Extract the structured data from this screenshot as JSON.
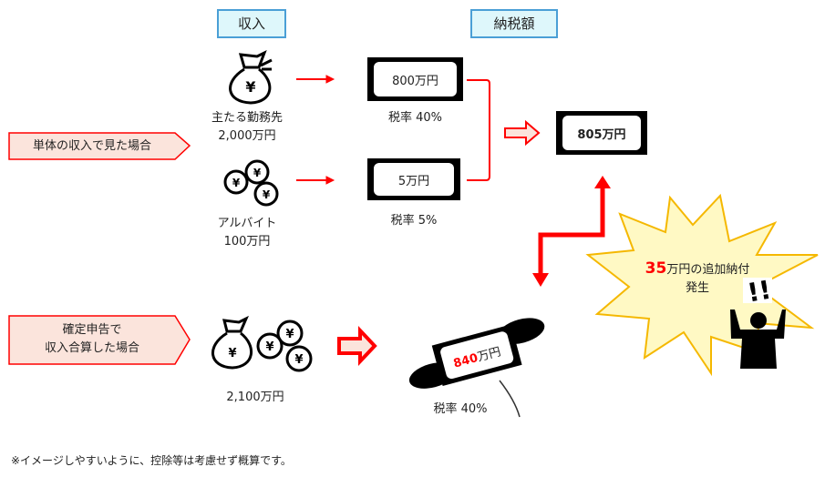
{
  "headers": {
    "income": "収入",
    "tax": "納税額"
  },
  "separate": {
    "label": "単体の収入で見た場合",
    "main_job": {
      "name": "主たる勤務先",
      "amount": "2,000万円",
      "tax": "800万円",
      "rate": "税率 40%"
    },
    "side_job": {
      "name": "アルバイト",
      "amount": "100万円",
      "tax": "5万円",
      "rate": "税率 5%"
    },
    "total_tax": "805万円"
  },
  "combined": {
    "label_line1": "確定申告で",
    "label_line2": "収入合算した場合",
    "amount": "2,100万円",
    "tax_value": "840",
    "tax_unit": "万円",
    "rate": "税率 40%"
  },
  "burst": {
    "value": "35",
    "text1": "万円の追加納付",
    "text2": "発生"
  },
  "footnote": "※イメージしやすいように、控除等は考慮せず概算です。",
  "colors": {
    "accent": "#ff0000",
    "header_bg": "#def7fb",
    "header_border": "#4a9fd6",
    "label_bg": "#fbe4dc",
    "burst_fill": "#fff9c4",
    "burst_stroke": "#f5b800"
  }
}
